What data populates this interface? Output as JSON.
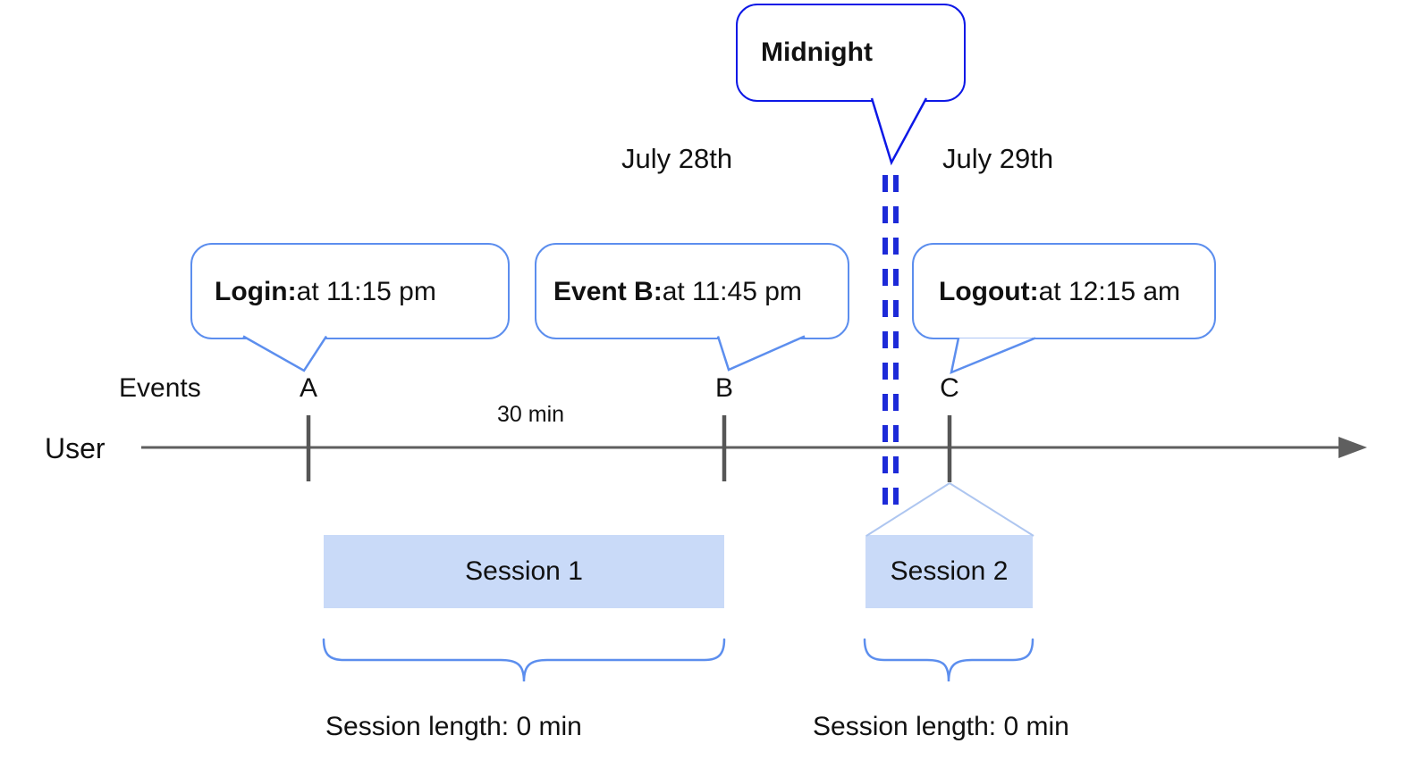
{
  "dates": {
    "left": "July 28th",
    "right": "July 29th"
  },
  "callouts": {
    "midnight": {
      "label": "Midnight"
    },
    "login": {
      "title": "Login:",
      "detail": " at 11:15 pm"
    },
    "event_b": {
      "title": "Event B:",
      "detail": " at 11:45 pm"
    },
    "logout": {
      "title": "Logout:",
      "detail": " at 12:15 am"
    }
  },
  "timeline": {
    "events_label": "Events",
    "user_label": "User",
    "interval_label": "30 min",
    "ticks": [
      {
        "label": "A"
      },
      {
        "label": "B"
      },
      {
        "label": "C"
      }
    ]
  },
  "sessions": [
    {
      "label": "Session 1",
      "length_label": "Session length: 0 min"
    },
    {
      "label": "Session 2",
      "length_label": "Session length: 0 min"
    }
  ],
  "colors": {
    "midnight_blue": "#0d18e6",
    "callout_border_blue": "#5c8eee",
    "session_fill_blue": "#c9daf8",
    "funnel_blue": "#aec6f0",
    "axis_gray": "#5f5f5f",
    "text_black": "#111111"
  }
}
